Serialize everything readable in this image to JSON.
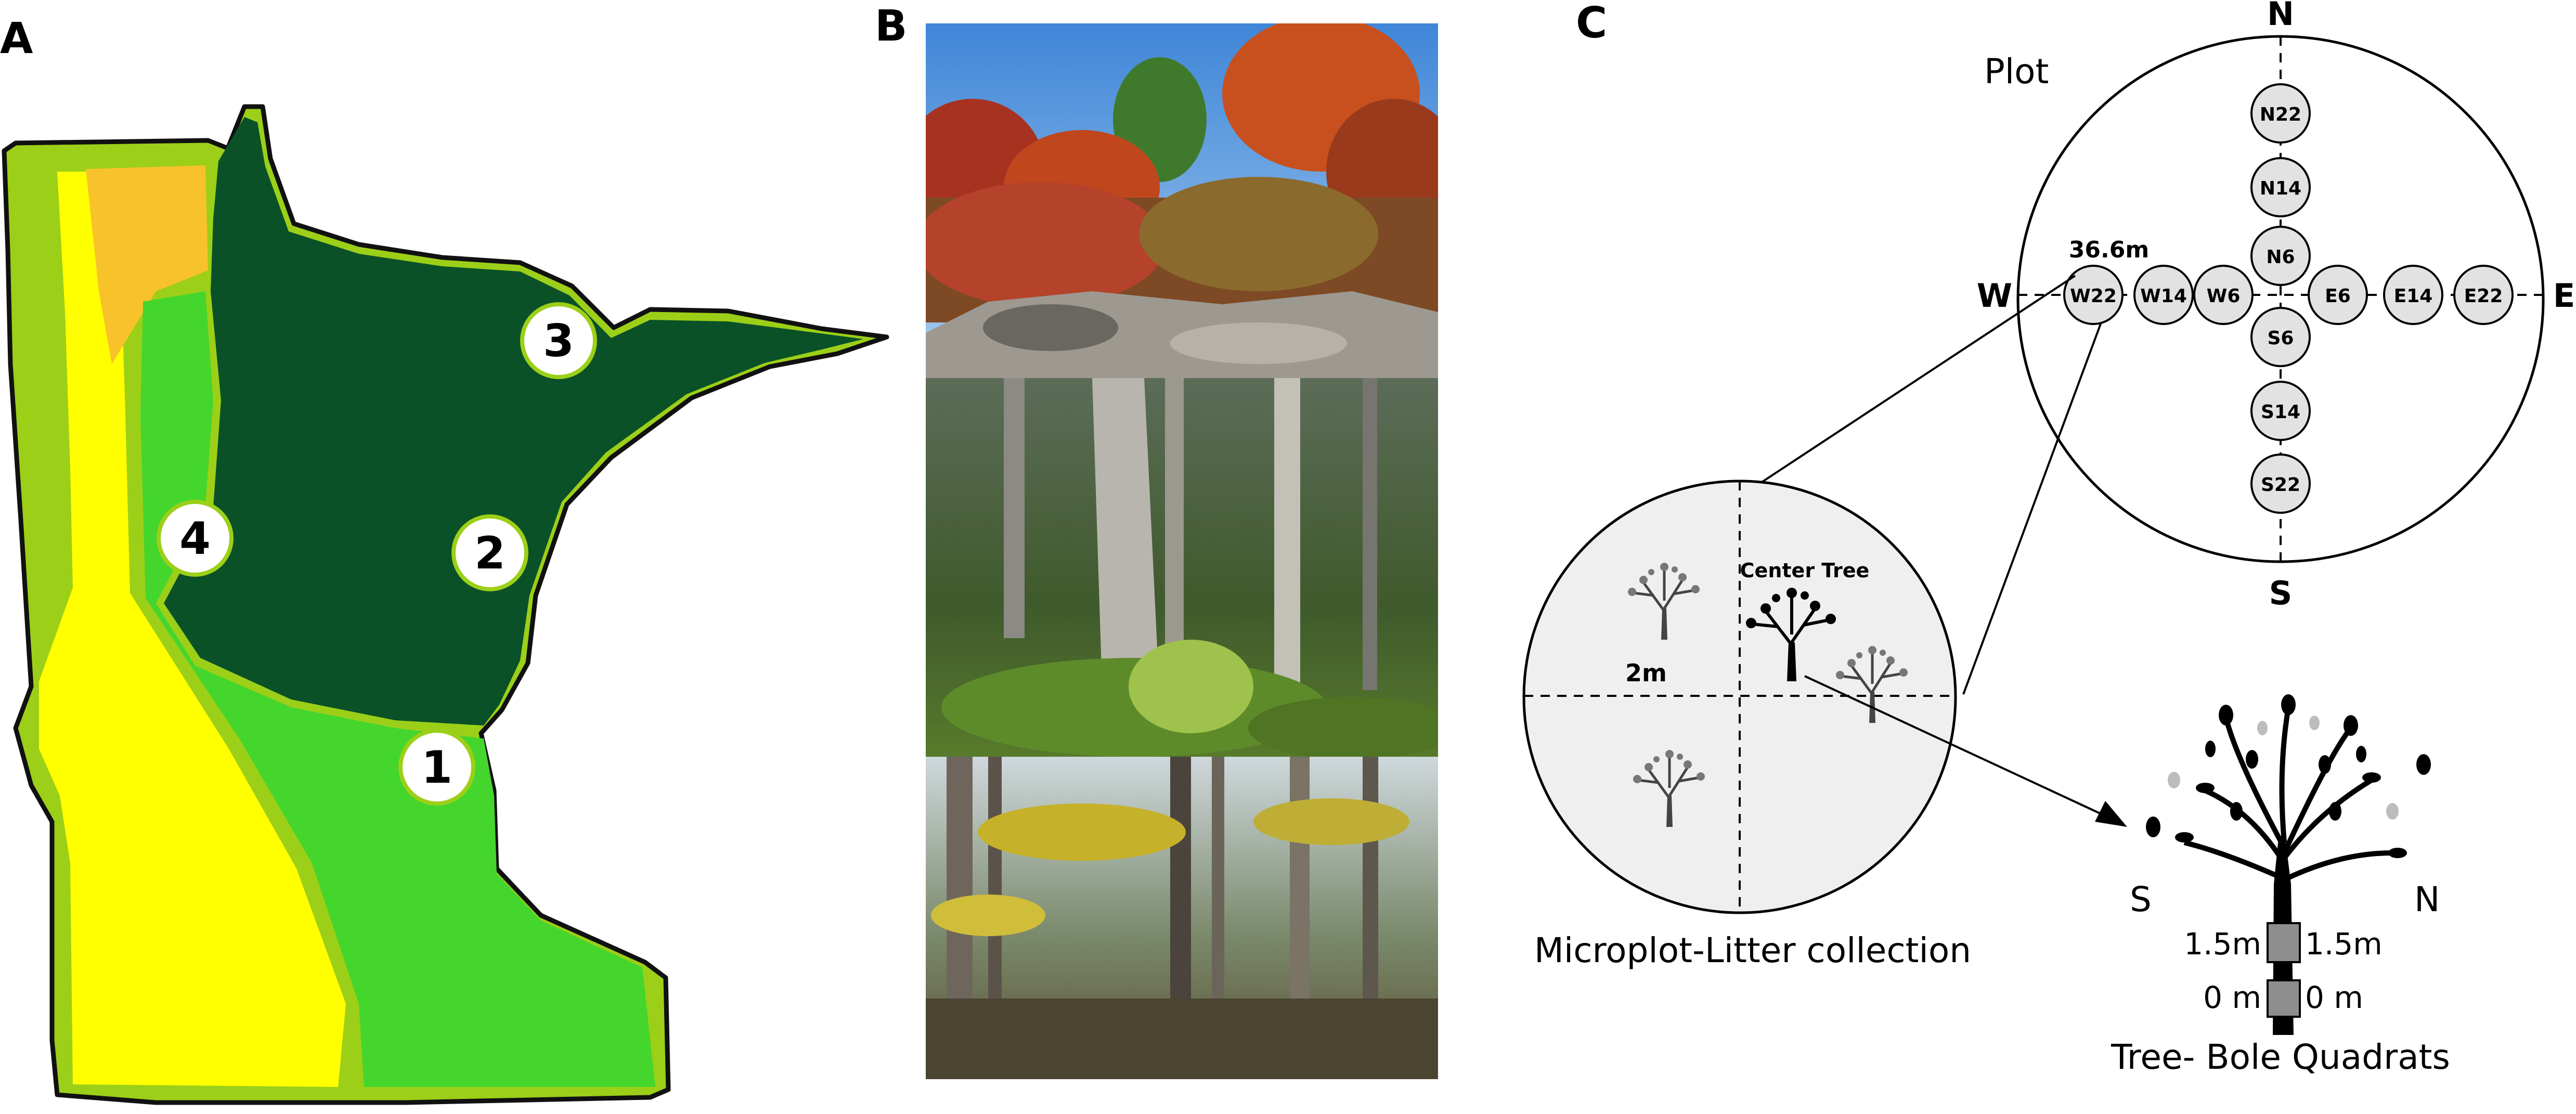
{
  "panels": {
    "a": {
      "letter": "A",
      "markers": [
        "1",
        "2",
        "3",
        "4"
      ],
      "colors": {
        "outline": "#111111",
        "prairie": "#ffff00",
        "aspen_parkland": "#f8c22a",
        "hardwood_forest": "#44d62c",
        "boreal_forest": "#0a5128",
        "border": "#9ccf18"
      }
    },
    "b": {
      "letter": "B",
      "photos": [
        "autumn-rocky-outcrop-photo",
        "mossy-boreal-forest-photo",
        "deciduous-forest-photo"
      ]
    },
    "c": {
      "letter": "C",
      "plot_label": "Plot",
      "compass": {
        "n": "N",
        "s": "S",
        "e": "E",
        "w": "W"
      },
      "distance_label": "36.6m",
      "microplots": {
        "north": [
          "N22",
          "N14",
          "N6"
        ],
        "south": [
          "S6",
          "S14",
          "S22"
        ],
        "west": [
          "W22",
          "W14",
          "W6"
        ],
        "east": [
          "E6",
          "E14",
          "E22"
        ]
      },
      "microplot_detail": {
        "center_tree_label": "Center Tree",
        "size_label": "2m",
        "caption": "Microplot-Litter collection"
      },
      "tree_bole": {
        "s_label": "S",
        "n_label": "N",
        "upper_height_left": "1.5m",
        "upper_height_right": "1.5m",
        "lower_height_left": "0 m",
        "lower_height_right": "0 m",
        "caption": "Tree- Bole Quadrats"
      }
    }
  }
}
